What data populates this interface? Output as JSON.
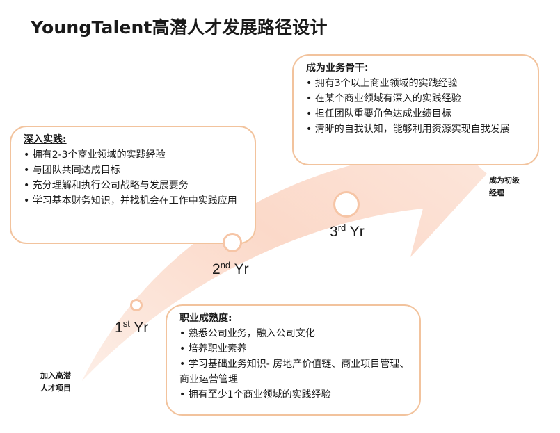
{
  "title": "YoungTalent高潜人才发展路径设计",
  "start_label": [
    "加入高潜",
    "人才项目"
  ],
  "end_label": [
    "成为初级",
    "经理"
  ],
  "milestones": [
    {
      "num": "1",
      "sup": "st",
      "unit": " Yr"
    },
    {
      "num": "2",
      "sup": "nd",
      "unit": " Yr"
    },
    {
      "num": "3",
      "sup": "rd",
      "unit": " Yr"
    }
  ],
  "boxes": {
    "maturity": {
      "heading": "职业成熟度:",
      "items": [
        "• 熟悉公司业务，融入公司文化",
        "• 培养职业素养",
        "• 学习基础业务知识- 房地产价值链、商业项目管理、商业运营管理",
        "• 拥有至少1个商业领域的实践经验"
      ]
    },
    "practice": {
      "heading": "深入实践:",
      "items": [
        "• 拥有2-3个商业领域的实践经验",
        "• 与团队共同达成目标",
        "• 充分理解和执行公司战略与发展要务",
        "• 学习基本财务知识，并找机会在工作中实践应用"
      ]
    },
    "backbone": {
      "heading": "成为业务骨干:",
      "items": [
        "• 拥有3个以上商业领域的实践经验",
        "• 在某个商业领域有深入的实践经验",
        "• 担任团队重要角色达成业绩目标",
        "• 清晰的自我认知，能够利用资源实现自我发展"
      ]
    }
  },
  "colors": {
    "arrow": "#fbd9c9",
    "border": "#f2c39d",
    "circle": "#f6c5a6"
  }
}
